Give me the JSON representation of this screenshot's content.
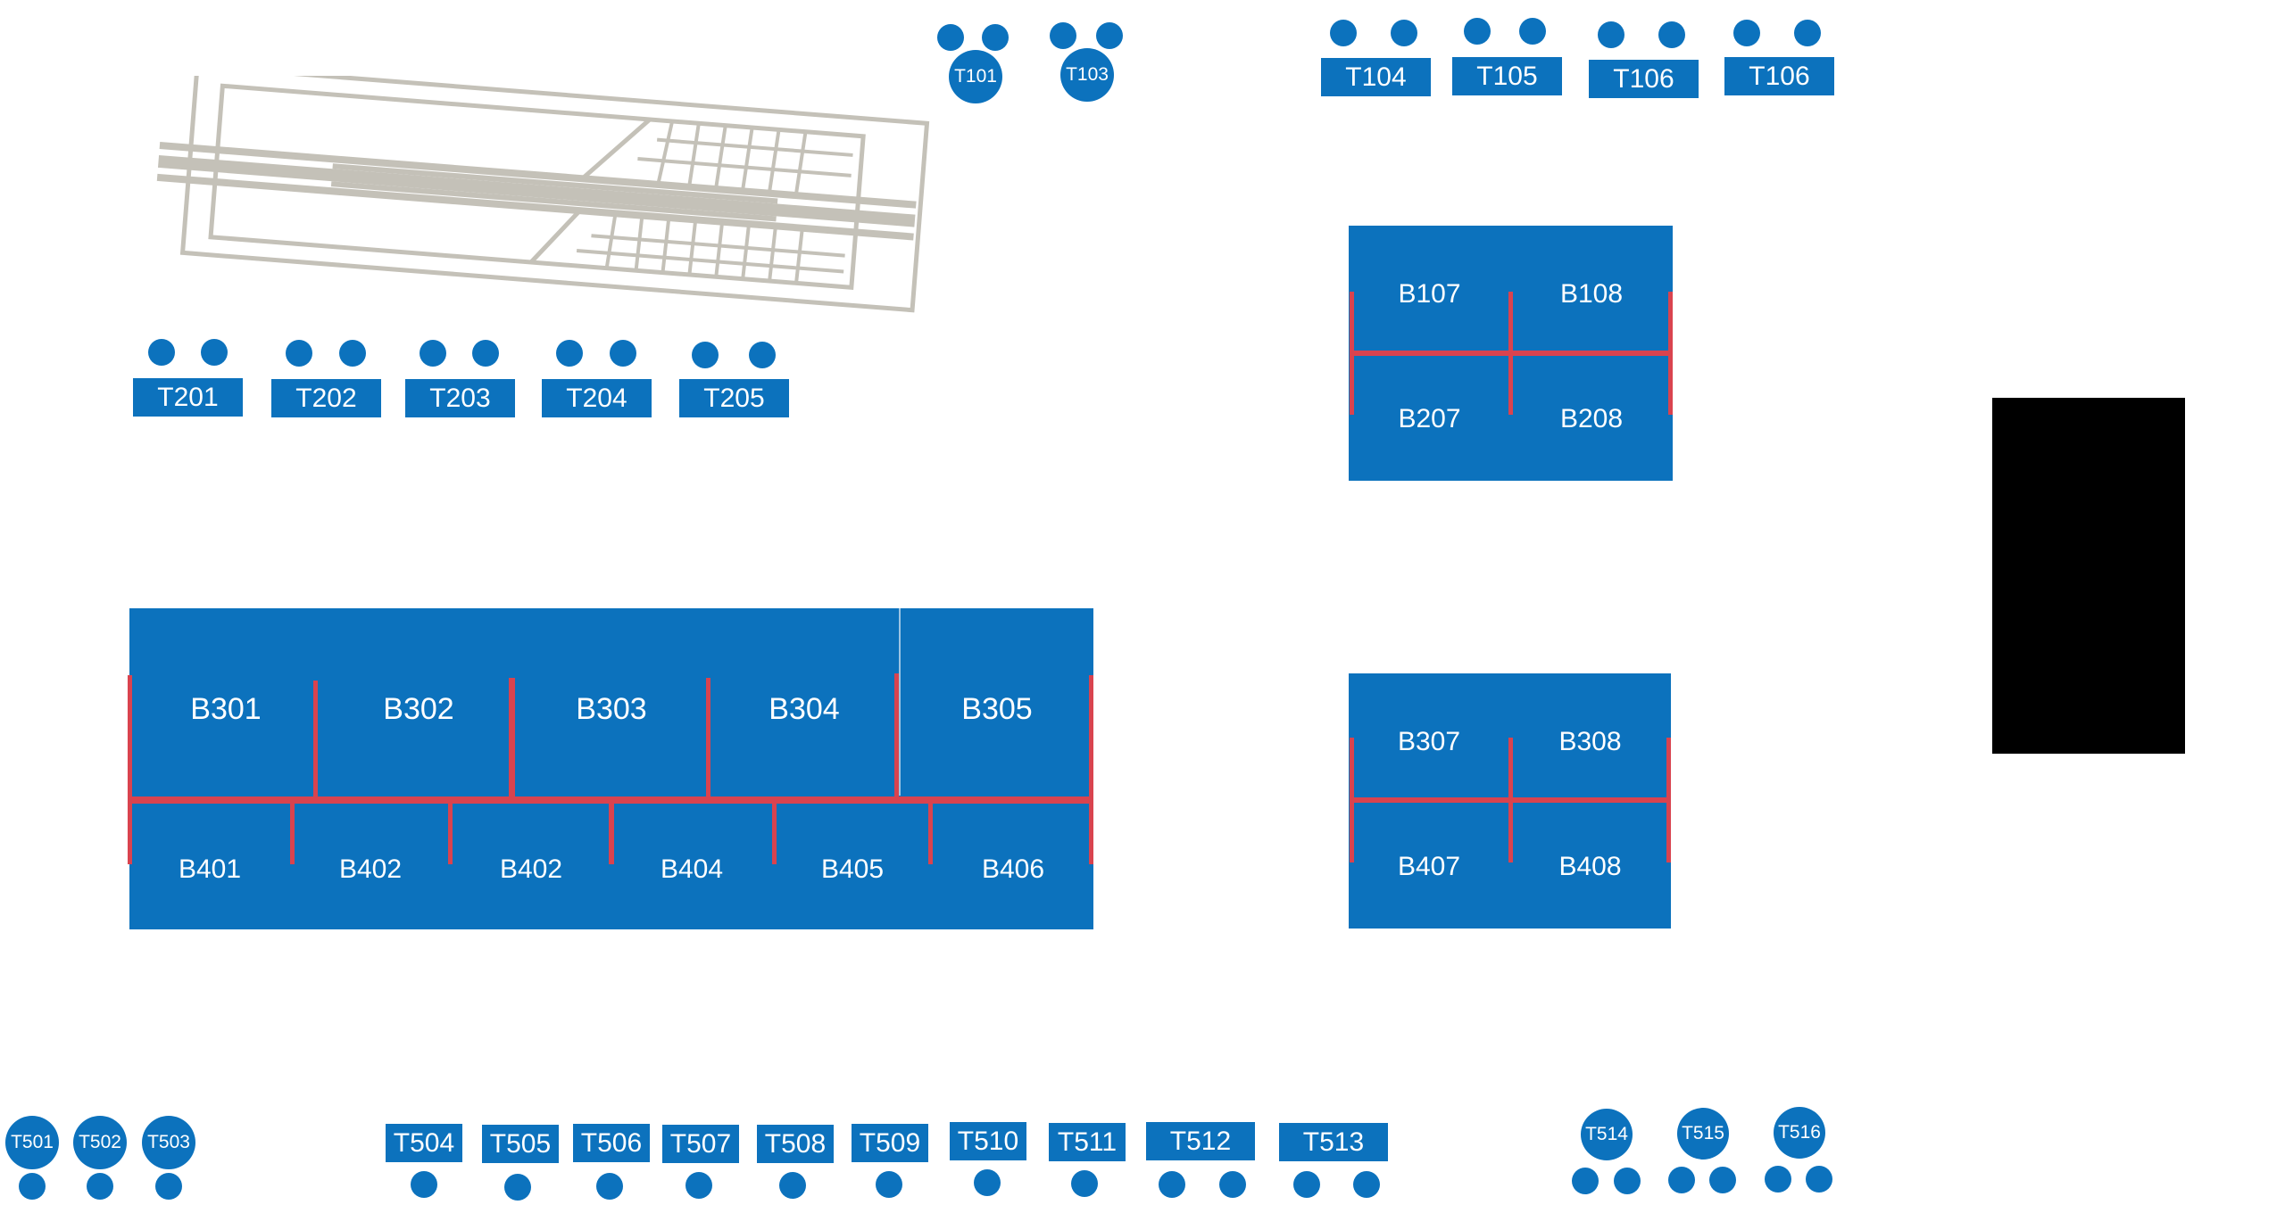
{
  "top_round_tables": [
    {
      "id": "t101",
      "label": "T101"
    },
    {
      "id": "t103",
      "label": "T103"
    }
  ],
  "top_tables": [
    {
      "id": "t104",
      "label": "T104"
    },
    {
      "id": "t105",
      "label": "T105"
    },
    {
      "id": "t106a",
      "label": "T106"
    },
    {
      "id": "t106b",
      "label": "T106"
    }
  ],
  "row2_tables": [
    {
      "id": "t201",
      "label": "T201"
    },
    {
      "id": "t202",
      "label": "T202"
    },
    {
      "id": "t203",
      "label": "T203"
    },
    {
      "id": "t204",
      "label": "T204"
    },
    {
      "id": "t205",
      "label": "T205"
    }
  ],
  "booths_right_top": [
    "B107",
    "B108",
    "B207",
    "B208"
  ],
  "booths_right_bottom": [
    "B307",
    "B308",
    "B407",
    "B408"
  ],
  "booths_left_top": [
    "B301",
    "B302",
    "B303",
    "B304",
    "B305"
  ],
  "booths_left_bottom": [
    "B401",
    "B402",
    "B402",
    "B404",
    "B405",
    "B406"
  ],
  "bottom_round_left": [
    "T501",
    "T502",
    "T503"
  ],
  "bottom_tables": [
    "T504",
    "T505",
    "T506",
    "T507",
    "T508",
    "T509",
    "T510",
    "T511",
    "T512",
    "T513"
  ],
  "bottom_round_right": [
    "T514",
    "T515",
    "T516"
  ],
  "colors": {
    "booth": "#0c72bd",
    "divider": "#d9434f",
    "stage": "#000000",
    "structure": "#c4c1b8"
  }
}
